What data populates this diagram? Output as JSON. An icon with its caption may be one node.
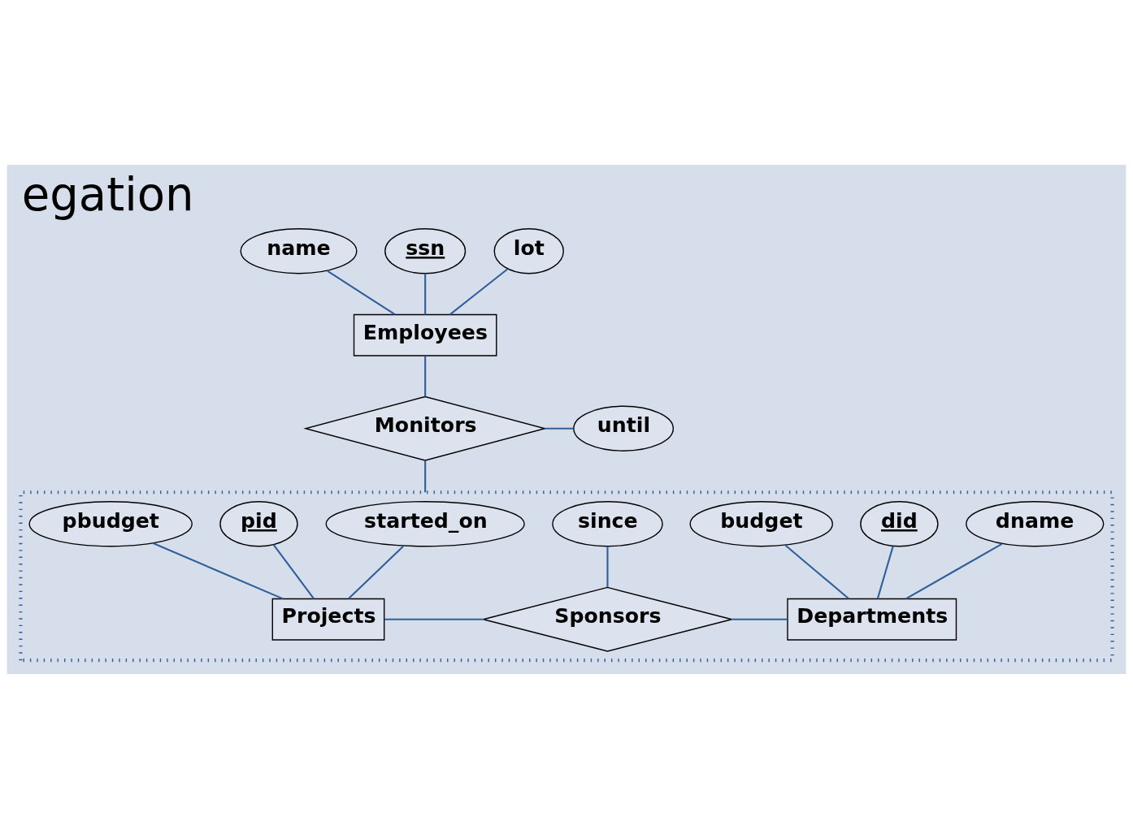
{
  "diagram": {
    "title": "egation",
    "nodes": [
      {
        "text": [
          "name"
        ]
      },
      {
        "text": [
          "ssn"
        ]
      },
      {
        "text": [
          "lot"
        ]
      },
      {
        "text": [
          "Employees"
        ]
      },
      {
        "text": [
          "Monitors"
        ]
      },
      {
        "text": [
          "until"
        ]
      },
      {
        "text": [],
        "shape": "box"
      },
      {
        "text": [
          "started_on"
        ],
        "in": 6
      },
      {
        "text": [
          "since"
        ],
        "in": 6
      },
      {
        "text": [
          "dname"
        ],
        "in": 6
      },
      {
        "text": [
          "pid"
        ],
        "in": 6
      },
      {
        "text": [
          "pbudget"
        ],
        "in": 6
      },
      {
        "text": [
          "did"
        ],
        "in": 6
      },
      {
        "text": [
          "budget"
        ],
        "in": 6
      },
      {
        "text": [
          "Projects"
        ],
        "in": 6
      },
      {
        "text": [
          "Sponsors"
        ],
        "in": 6
      },
      {
        "text": [
          "Departments"
        ],
        "in": 6
      }
    ],
    "edges": [
      {
        "from": 1,
        "to": 3,
        "arrow": "none"
      },
      {
        "from": 0,
        "to": 3,
        "arrow": "none"
      },
      {
        "from": 2,
        "to": 3,
        "arrow": "none"
      },
      {
        "from": 3,
        "to": 4,
        "arrow": "none"
      },
      {
        "from": 4,
        "to": 5,
        "arrow": "none"
      },
      {
        "from": 4,
        "to": 6,
        "arrow": "none"
      },
      {
        "from": 10,
        "to": 14,
        "arrow": "none"
      },
      {
        "from": 7,
        "to": 14,
        "arrow": "none"
      },
      {
        "from": 11,
        "to": 14,
        "arrow": "none"
      },
      {
        "from": 14,
        "to": 15,
        "arrow": "none"
      },
      {
        "from": 8,
        "to": 15,
        "arrow": "none"
      },
      {
        "from": 15,
        "to": 16,
        "arrow": "none"
      },
      {
        "from": 12,
        "to": 16,
        "arrow": "none"
      },
      {
        "from": 9,
        "to": 16,
        "arrow": "none"
      },
      {
        "from": 13,
        "to": 16,
        "arrow": "none"
      }
    ]
  }
}
